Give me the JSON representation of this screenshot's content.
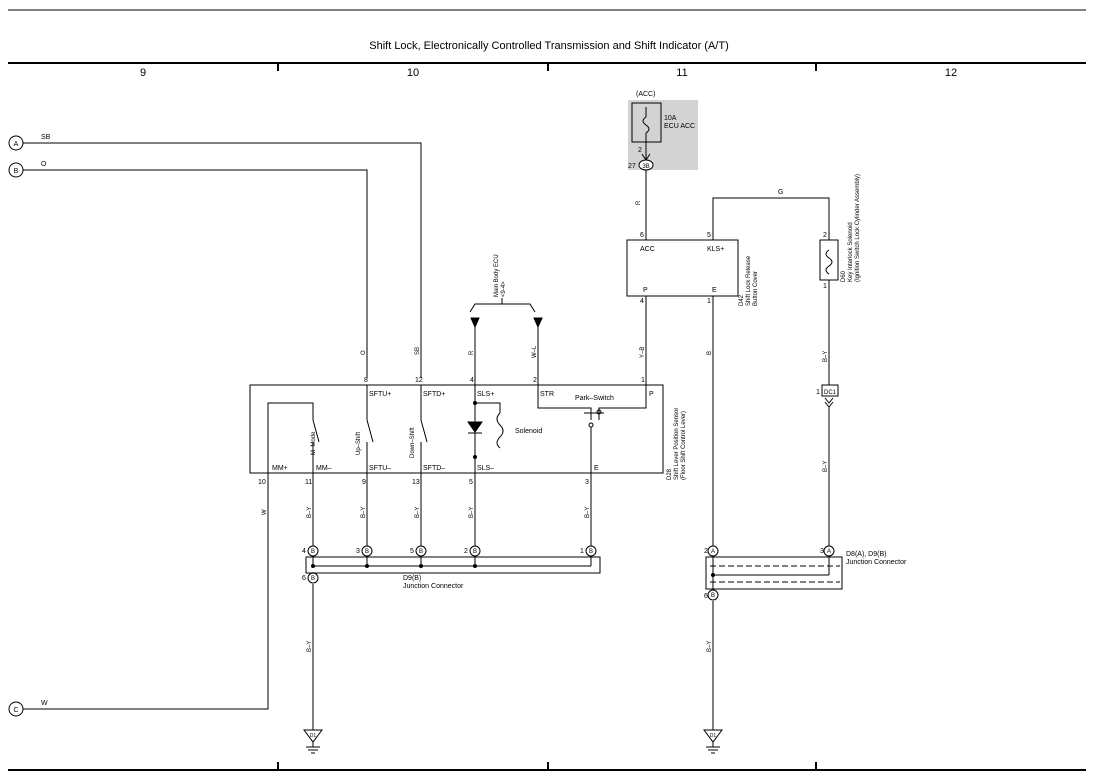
{
  "title": "Shift Lock,  Electronically Controlled Transmission and Shift Indicator (A/T)",
  "columns": [
    "9",
    "10",
    "11",
    "12"
  ],
  "refs": [
    "A",
    "B",
    "C"
  ],
  "wires": {
    "sb": "SB",
    "o": "O",
    "w": "W",
    "r": "R",
    "wl": "W–L",
    "yb": "Y–B",
    "by": "B–Y",
    "g": "G",
    "b": "B"
  },
  "fuse": {
    "acc": "(ACC)",
    "rating": "10A",
    "name": "ECU ACC",
    "pin": "2",
    "conn_pin": "27",
    "conn": "3B"
  },
  "main_body_ecu": {
    "name": "Main Body ECU",
    "ref": "<9-4>"
  },
  "d42": {
    "acc": "ACC",
    "kls": "KLS+",
    "p": "P",
    "e": "E",
    "pin6": "6",
    "pin5": "5",
    "pin4": "4",
    "pin1": "1",
    "id": "D42",
    "name": "Shift Lock Release",
    "name2": "Button Cover"
  },
  "d60": {
    "pin2": "2",
    "pin1": "1",
    "id": "D60",
    "name": "Key Interlock Solenoid",
    "name2": "(Ignition Switch Lock Cylinder Assembly)"
  },
  "dc1": {
    "pin": "1",
    "id": "DC1"
  },
  "d28": {
    "id": "D28",
    "name": "Shift Lever Position Sensor",
    "name2": "(Floor Shift Control Lever)",
    "pins_top": [
      "8",
      "12",
      "4",
      "2",
      "1"
    ],
    "labels_top": [
      "SFTU+",
      "SFTD+",
      "SLS+",
      "STR",
      "P"
    ],
    "pins_bottom": [
      "10",
      "11",
      "9",
      "13",
      "5",
      "3"
    ],
    "labels_bottom": [
      "MM+",
      "MM–",
      "SFTU–",
      "SFTD–",
      "SLS–",
      "E"
    ],
    "switches": [
      "M–Mode",
      "Up–Shift",
      "Down–Shift"
    ],
    "solenoid": "Solenoid",
    "park": "Park–Switch"
  },
  "d9": {
    "pins": [
      "4",
      "3",
      "5",
      "2",
      "1"
    ],
    "conn": "B",
    "out_pin": "6",
    "label": "D9(B)",
    "name": "Junction Connector"
  },
  "d8": {
    "pin_a2": "2",
    "pin_a3": "3",
    "conn_a": "A",
    "out_pin": "6",
    "conn_b": "B",
    "label": "D8(A), D9(B)",
    "name": "Junction Connector"
  },
  "grounds": [
    "D1",
    "D1"
  ]
}
